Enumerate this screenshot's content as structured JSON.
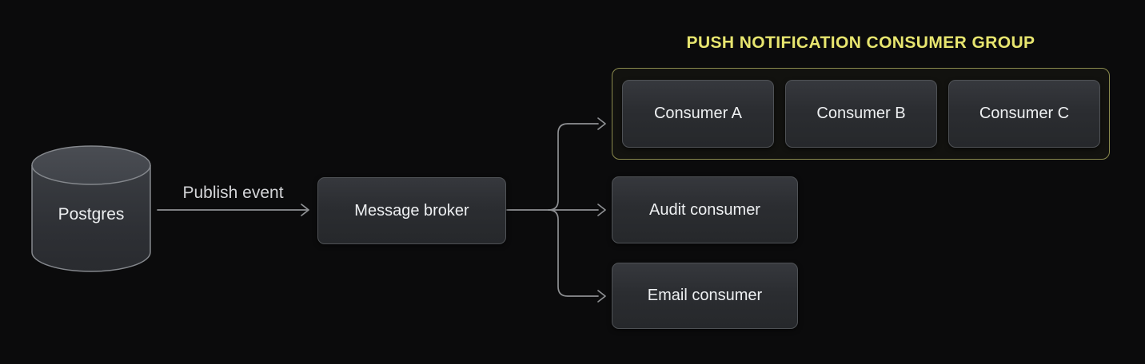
{
  "diagram": {
    "colors": {
      "background": "#0b0b0c",
      "accent_yellow": "#e7e56f",
      "group_border": "#8a8a4e",
      "connector_gray": "#8e9093",
      "node_border": "#4f5256",
      "node_text": "#eef0f2"
    },
    "nodes": {
      "postgres": {
        "label": "Postgres",
        "shape": "database-cylinder"
      },
      "message_broker": {
        "label": "Message broker"
      },
      "audit_consumer": {
        "label": "Audit consumer"
      },
      "email_consumer": {
        "label": "Email consumer"
      }
    },
    "edges": {
      "publish": {
        "label": "Publish event"
      }
    },
    "consumer_group": {
      "title": "PUSH NOTIFICATION CONSUMER GROUP",
      "consumers": [
        {
          "label": "Consumer A"
        },
        {
          "label": "Consumer B"
        },
        {
          "label": "Consumer C"
        }
      ]
    }
  }
}
